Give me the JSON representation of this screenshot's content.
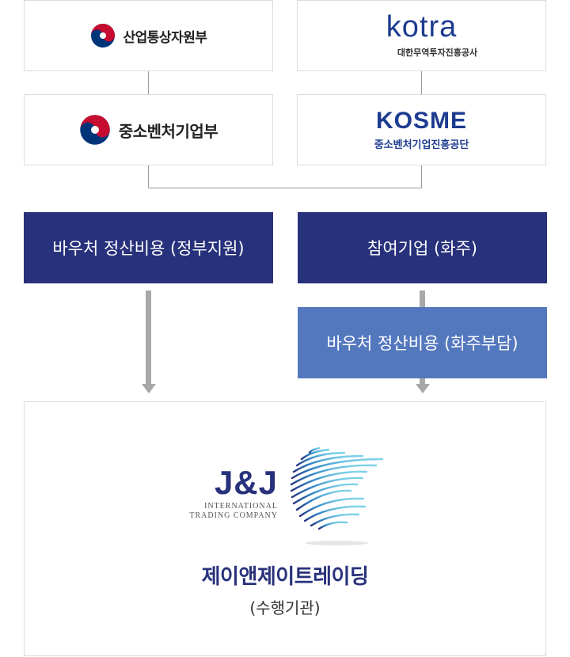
{
  "sponsors": {
    "motie": {
      "name": "산업통상자원부"
    },
    "kotra": {
      "wordmark": "kotra",
      "subtitle": "대한무역투자진흥공사"
    },
    "mss": {
      "name": "중소벤처기업부"
    },
    "kosme": {
      "wordmark": "KOSME",
      "subtitle": "중소벤처기업진흥공단"
    }
  },
  "flows": {
    "gov_support": "바우처 정산비용 (정부지원)",
    "participant": "참여기업 (화주)",
    "shipper_share": "바우처 정산비용 (화주부담)"
  },
  "executor": {
    "logo_word": "J&J",
    "logo_sub_line1": "INTERNATIONAL",
    "logo_sub_line2": "TRADING COMPANY",
    "name": "제이앤제이트레이딩",
    "role": "(수행기관)"
  },
  "colors": {
    "navy": "#28317b",
    "blue": "#5478be",
    "connector": "#9a9a9a",
    "arrow": "#a8a8a8",
    "taeguk_red": "#c60c30",
    "taeguk_blue": "#003478"
  }
}
